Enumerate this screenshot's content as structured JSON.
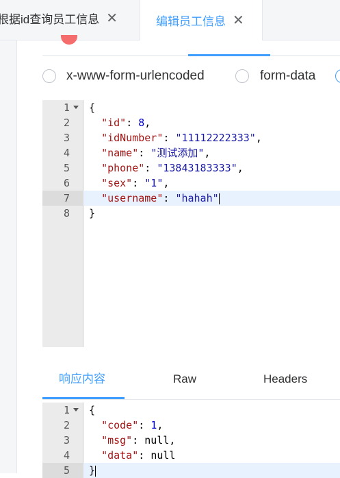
{
  "tabs": [
    {
      "label": "根据id查询员工信息",
      "close": "✕",
      "active": false
    },
    {
      "label": "编辑员工信息",
      "close": "✕",
      "active": true
    }
  ],
  "body_type": {
    "options": [
      "x-www-form-urlencoded",
      "form-data"
    ]
  },
  "request_editor": {
    "lines": [
      {
        "num": "1",
        "text": "{"
      },
      {
        "num": "2",
        "key": "\"id\"",
        "rest": ": ",
        "val": "8",
        "tail": ","
      },
      {
        "num": "3",
        "key": "\"idNumber\"",
        "rest": ": ",
        "val": "\"11112222333\"",
        "tail": ","
      },
      {
        "num": "4",
        "key": "\"name\"",
        "rest": ": ",
        "val": "\"测试添加\"",
        "tail": ","
      },
      {
        "num": "5",
        "key": "\"phone\"",
        "rest": ": ",
        "val": "\"13843183333\"",
        "tail": ","
      },
      {
        "num": "6",
        "key": "\"sex\"",
        "rest": ": ",
        "val": "\"1\"",
        "tail": ","
      },
      {
        "num": "7",
        "key": "\"username\"",
        "rest": ": ",
        "val": "\"hahah\"",
        "tail": ""
      },
      {
        "num": "8",
        "text": "}"
      }
    ]
  },
  "response_tabs": [
    "响应内容",
    "Raw",
    "Headers"
  ],
  "response_editor": {
    "lines": [
      {
        "num": "1",
        "text": "{"
      },
      {
        "num": "2",
        "key": "\"code\"",
        "rest": ": ",
        "val": "1",
        "tail": ","
      },
      {
        "num": "3",
        "key": "\"msg\"",
        "rest": ": ",
        "val": "null",
        "tail": ","
      },
      {
        "num": "4",
        "key": "\"data\"",
        "rest": ": ",
        "val": "null",
        "tail": ""
      },
      {
        "num": "5",
        "text": "}"
      }
    ]
  }
}
